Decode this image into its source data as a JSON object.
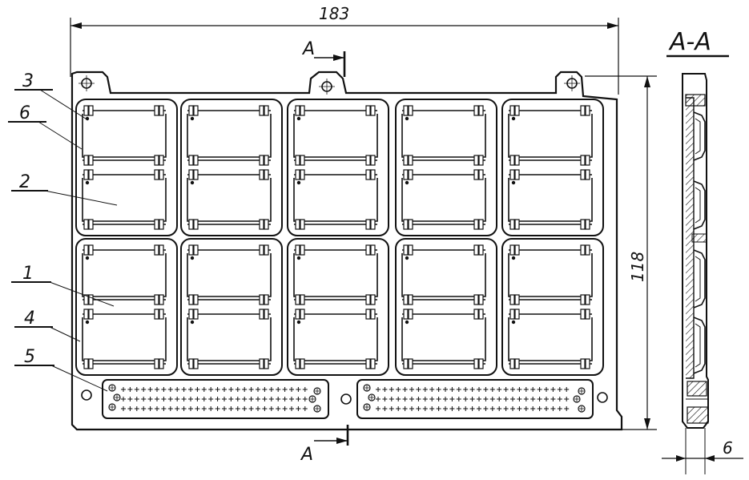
{
  "drawing": {
    "dimensions": {
      "width_label": "183",
      "height_label": "118",
      "thickness_label": "6"
    },
    "section": {
      "marker": "A",
      "title": "A-A"
    },
    "callouts": [
      {
        "label": "3"
      },
      {
        "label": "6"
      },
      {
        "label": "2"
      },
      {
        "label": "1"
      },
      {
        "label": "4"
      },
      {
        "label": "5"
      }
    ],
    "module_grid": {
      "rows": 2,
      "columns": 5,
      "cells_per_module": 2
    },
    "connectors": {
      "count": 2
    }
  }
}
